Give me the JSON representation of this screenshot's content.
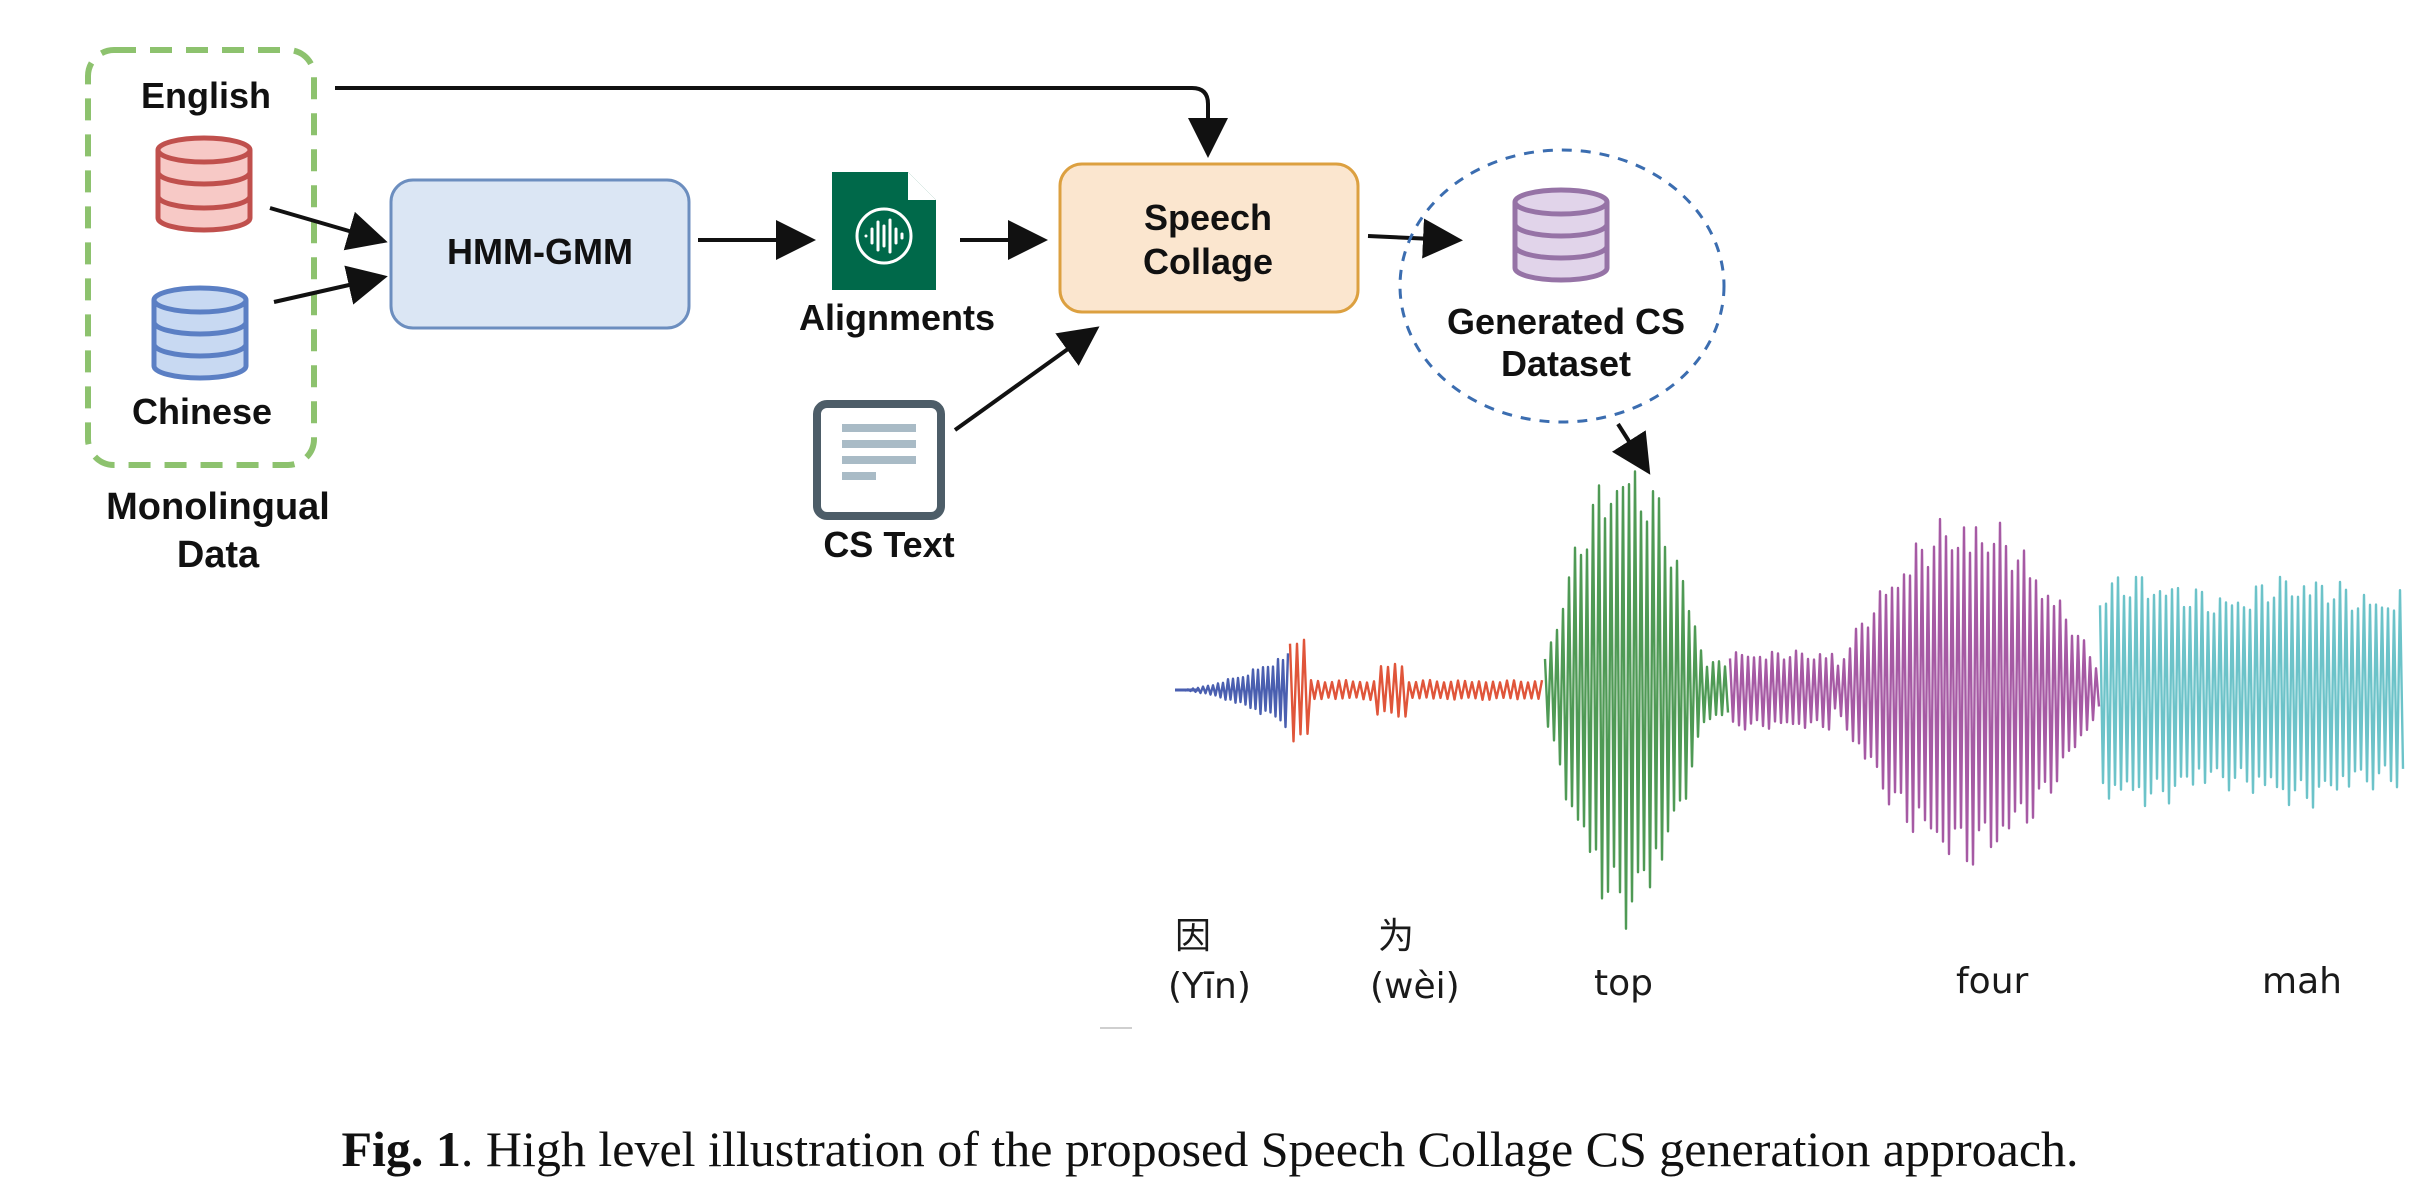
{
  "diagram": {
    "group_label_line1": "Monolingual",
    "group_label_line2": "Data",
    "source_english": "English",
    "source_chinese": "Chinese",
    "process_hmm": "HMM-GMM",
    "output_alignments": "Alignments",
    "input_cs_text": "CS Text",
    "process_collage_line1": "Speech",
    "process_collage_line2": "Collage",
    "output_dataset_line1": "Generated CS",
    "output_dataset_line2": "Dataset"
  },
  "waveform": {
    "words": [
      {
        "glyph": "因",
        "text": "(Yīn)",
        "color": "#4a5fb0"
      },
      {
        "glyph": "为",
        "text": "(wèi)",
        "color": "#e0553a"
      },
      {
        "glyph": "",
        "text": "top",
        "color": "#4f9a55"
      },
      {
        "glyph": "",
        "text": "four",
        "color": "#a65aa4"
      },
      {
        "glyph": "",
        "text": "mah",
        "color": "#6cc3c9"
      }
    ]
  },
  "caption": {
    "figure_label": "Fig. 1",
    "text": ". High level illustration of the proposed Speech Collage CS generation approach."
  },
  "colors": {
    "english_db": "#c0504d",
    "chinese_db": "#5b7fc4",
    "group_border": "#8dc26e",
    "hmm_fill": "#dbe6f4",
    "hmm_border": "#6c8ebf",
    "collage_fill": "#fbe6cf",
    "collage_border": "#dca040",
    "dataset_db": "#9673a6",
    "dataset_border": "#3b6db0",
    "alignment_icon": "#00694a",
    "cs_text_icon": "#4d5d68"
  }
}
